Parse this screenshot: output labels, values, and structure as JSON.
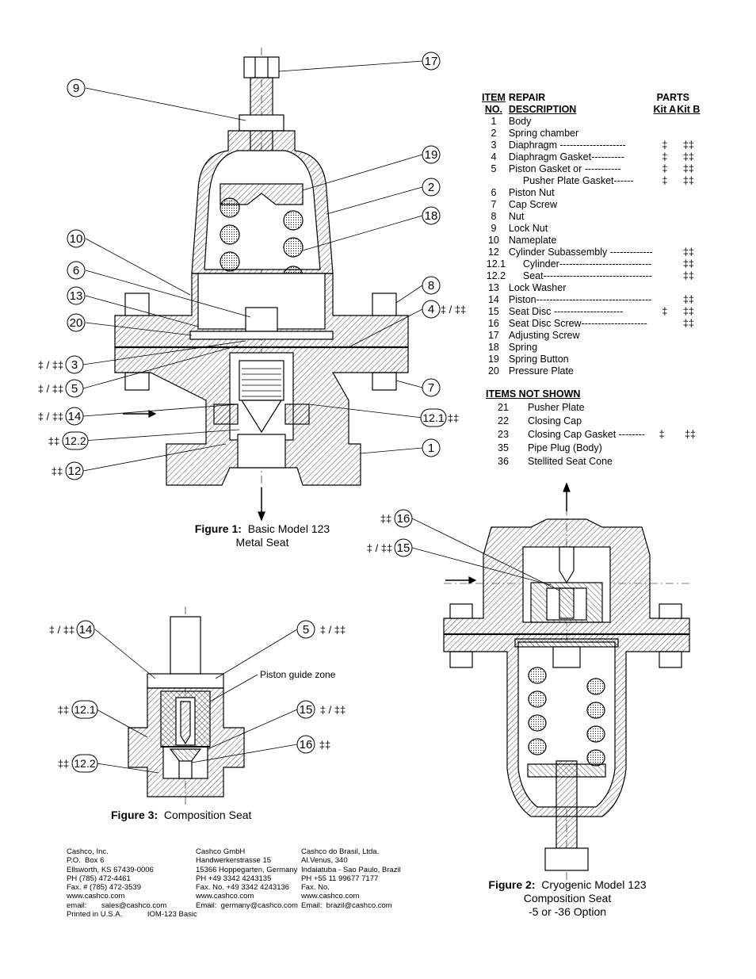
{
  "parts_list": {
    "header": {
      "item": "ITEM",
      "no": "NO.",
      "repair": "REPAIR",
      "description": "DESCRIPTION",
      "parts": "PARTS",
      "kit_a": "Kit A",
      "kit_b": "Kit B"
    },
    "rows": [
      {
        "no": "1",
        "desc": "Body",
        "a": "",
        "b": ""
      },
      {
        "no": "2",
        "desc": "Spring chamber",
        "a": "",
        "b": ""
      },
      {
        "no": "3",
        "desc": "Diaphragm --------------------",
        "a": "‡",
        "b": "‡‡"
      },
      {
        "no": "4",
        "desc": "Diaphragm Gasket----------",
        "a": "‡",
        "b": "‡‡"
      },
      {
        "no": "5",
        "desc": "Piston Gasket or  -----------",
        "a": "‡",
        "b": "‡‡"
      },
      {
        "no": "",
        "desc": "Pusher Plate Gasket------",
        "a": "‡",
        "b": "‡‡"
      },
      {
        "no": "6",
        "desc": "Piston Nut",
        "a": "",
        "b": ""
      },
      {
        "no": "7",
        "desc": "Cap Screw",
        "a": "",
        "b": ""
      },
      {
        "no": "8",
        "desc": "Nut",
        "a": "",
        "b": ""
      },
      {
        "no": "9",
        "desc": "Lock Nut",
        "a": "",
        "b": ""
      },
      {
        "no": "10",
        "desc": "Nameplate",
        "a": "",
        "b": ""
      },
      {
        "no": "12",
        "desc": "Cylinder Subassembly -------------",
        "a": "",
        "b": "‡‡"
      },
      {
        "no": "12.1",
        "desc": "Cylinder----------------------------",
        "a": "",
        "b": "‡‡"
      },
      {
        "no": "12.2",
        "desc": "Seat---------------------------------",
        "a": "",
        "b": "‡‡"
      },
      {
        "no": "13",
        "desc": "Lock Washer",
        "a": "",
        "b": ""
      },
      {
        "no": "14",
        "desc": "Piston-----------------------------------",
        "a": "",
        "b": "‡‡"
      },
      {
        "no": "15",
        "desc": "Seat Disc ---------------------",
        "a": "‡",
        "b": "‡‡"
      },
      {
        "no": "16",
        "desc": "Seat Disc Screw--------------------",
        "a": "",
        "b": "‡‡"
      },
      {
        "no": "17",
        "desc": "Adjusting Screw",
        "a": "",
        "b": ""
      },
      {
        "no": "18",
        "desc": "Spring",
        "a": "",
        "b": ""
      },
      {
        "no": "19",
        "desc": "Spring Button",
        "a": "",
        "b": ""
      },
      {
        "no": "20",
        "desc": "Pressure Plate",
        "a": "",
        "b": ""
      }
    ],
    "not_shown_title": "ITEMS NOT SHOWN",
    "not_shown": [
      {
        "no": "21",
        "desc": "Pusher Plate",
        "a": "",
        "b": ""
      },
      {
        "no": "22",
        "desc": "Closing Cap",
        "a": "",
        "b": ""
      },
      {
        "no": "23",
        "desc": "Closing Cap Gasket --------",
        "a": "‡",
        "b": "‡‡"
      },
      {
        "no": "35",
        "desc": "Pipe Plug (Body)",
        "a": "",
        "b": ""
      },
      {
        "no": "36",
        "desc": "Stellited Seat Cone",
        "a": "",
        "b": ""
      }
    ]
  },
  "figure1": {
    "caption_bold": "Figure 1:",
    "caption_text": "Basic Model 123",
    "caption_line2": "Metal Seat",
    "callouts": [
      {
        "n": "17",
        "prefix": ""
      },
      {
        "n": "9",
        "prefix": ""
      },
      {
        "n": "19",
        "prefix": ""
      },
      {
        "n": "2",
        "prefix": ""
      },
      {
        "n": "18",
        "prefix": ""
      },
      {
        "n": "10",
        "prefix": ""
      },
      {
        "n": "6",
        "prefix": ""
      },
      {
        "n": "8",
        "prefix": ""
      },
      {
        "n": "13",
        "prefix": ""
      },
      {
        "n": "4",
        "prefix": "‡ / ‡‡"
      },
      {
        "n": "20",
        "prefix": ""
      },
      {
        "n": "3",
        "prefix": "‡ / ‡‡"
      },
      {
        "n": "5",
        "prefix": "‡ / ‡‡"
      },
      {
        "n": "7",
        "prefix": ""
      },
      {
        "n": "14",
        "prefix": "‡ / ‡‡"
      },
      {
        "n": "12.1",
        "prefix": "‡‡"
      },
      {
        "n": "12.2",
        "prefix": "‡‡"
      },
      {
        "n": "1",
        "prefix": ""
      },
      {
        "n": "12",
        "prefix": "‡‡"
      }
    ]
  },
  "figure2": {
    "caption_bold": "Figure 2:",
    "caption_text": "Cryogenic Model 123",
    "caption_line2": "Composition Seat",
    "caption_line3": "-5 or -36 Option",
    "callouts": [
      {
        "n": "16",
        "prefix": "‡‡"
      },
      {
        "n": "15",
        "prefix": "‡ / ‡‡"
      }
    ]
  },
  "figure3": {
    "caption_bold": "Figure 3:",
    "caption_text": "Composition Seat",
    "guide_label": "Piston guide zone",
    "callouts": [
      {
        "n": "14",
        "prefix": "‡ / ‡‡"
      },
      {
        "n": "5",
        "prefix": "‡ / ‡‡"
      },
      {
        "n": "12.1",
        "prefix": "‡‡"
      },
      {
        "n": "15",
        "prefix": "‡ / ‡‡"
      },
      {
        "n": "16",
        "prefix": "‡‡"
      },
      {
        "n": "12.2",
        "prefix": "‡‡"
      }
    ]
  },
  "addresses": {
    "usa": [
      "Cashco, Inc.",
      "P.O.  Box 6",
      "Ellsworth, KS 67439-0006",
      "PH (785) 472-4461",
      "Fax. # (785) 472-3539",
      "www.cashco.com",
      "email:       sales@cashco.com",
      "Printed in U.S.A.            IOM-123 Basic"
    ],
    "germany": [
      "Cashco GmbH",
      "Handwerkerstrasse 15",
      "15366 Hoppegarten, Germany",
      "PH +49 3342 4243135",
      "Fax. No. +49 3342 4243136",
      "www.cashco.com",
      "Email:  germany@cashco.com"
    ],
    "brazil": [
      "Cashco do Brasil, Ltda.",
      "Al.Venus, 340",
      "Indaiatuba - Sao Paulo, Brazil",
      "PH +55 11 99677 7177",
      "Fax. No.",
      "www.cashco.com",
      "Email:  brazil@cashco.com"
    ]
  }
}
